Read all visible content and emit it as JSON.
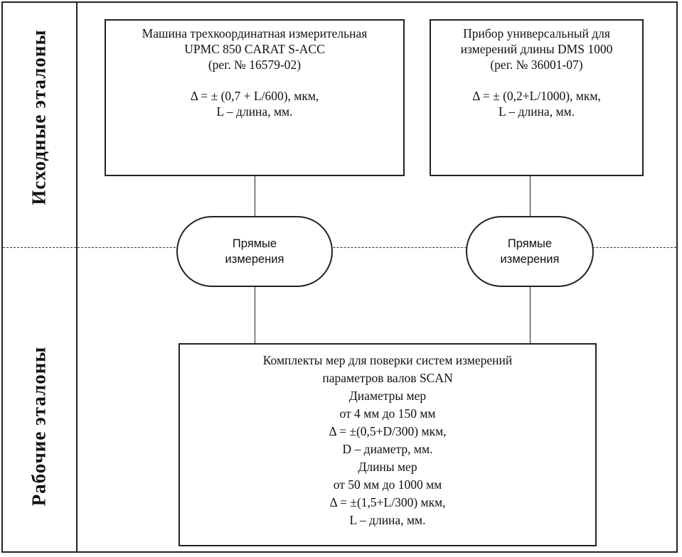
{
  "side_labels": {
    "top": "Исходные эталоны",
    "bottom": "Рабочие эталоны"
  },
  "box_left": {
    "line1": "Машина трехкоординатная измерительная",
    "line2": "UPMC 850 CARAT S-ACC",
    "line3": "(рег. № 16579-02)",
    "line4": "Δ = ± (0,7 + L/600), мкм,",
    "line5": "L – длина, мм."
  },
  "box_right": {
    "line1": "Прибор универсальный для",
    "line2": "измерений длины DMS 1000",
    "line3": "(рег. № 36001-07)",
    "line4": "Δ = ± (0,2+L/1000), мкм,",
    "line5": "L – длина, мм."
  },
  "pill_left": {
    "line1": "Прямые",
    "line2": "измерения"
  },
  "pill_right": {
    "line1": "Прямые",
    "line2": "измерения"
  },
  "box_bottom": {
    "line1": "Комплекты мер для поверки систем измерений",
    "line2": "параметров валов SCAN",
    "line3": "Диаметры мер",
    "line4": "от 4 мм до 150 мм",
    "line5": "Δ = ±(0,5+D/300) мкм,",
    "line6": "D – диаметр, мм.",
    "line7": "Длины мер",
    "line8": "от 50 мм до 1000 мм",
    "line9": "Δ = ±(1,5+L/300) мкм,",
    "line10": "L – длина, мм."
  }
}
